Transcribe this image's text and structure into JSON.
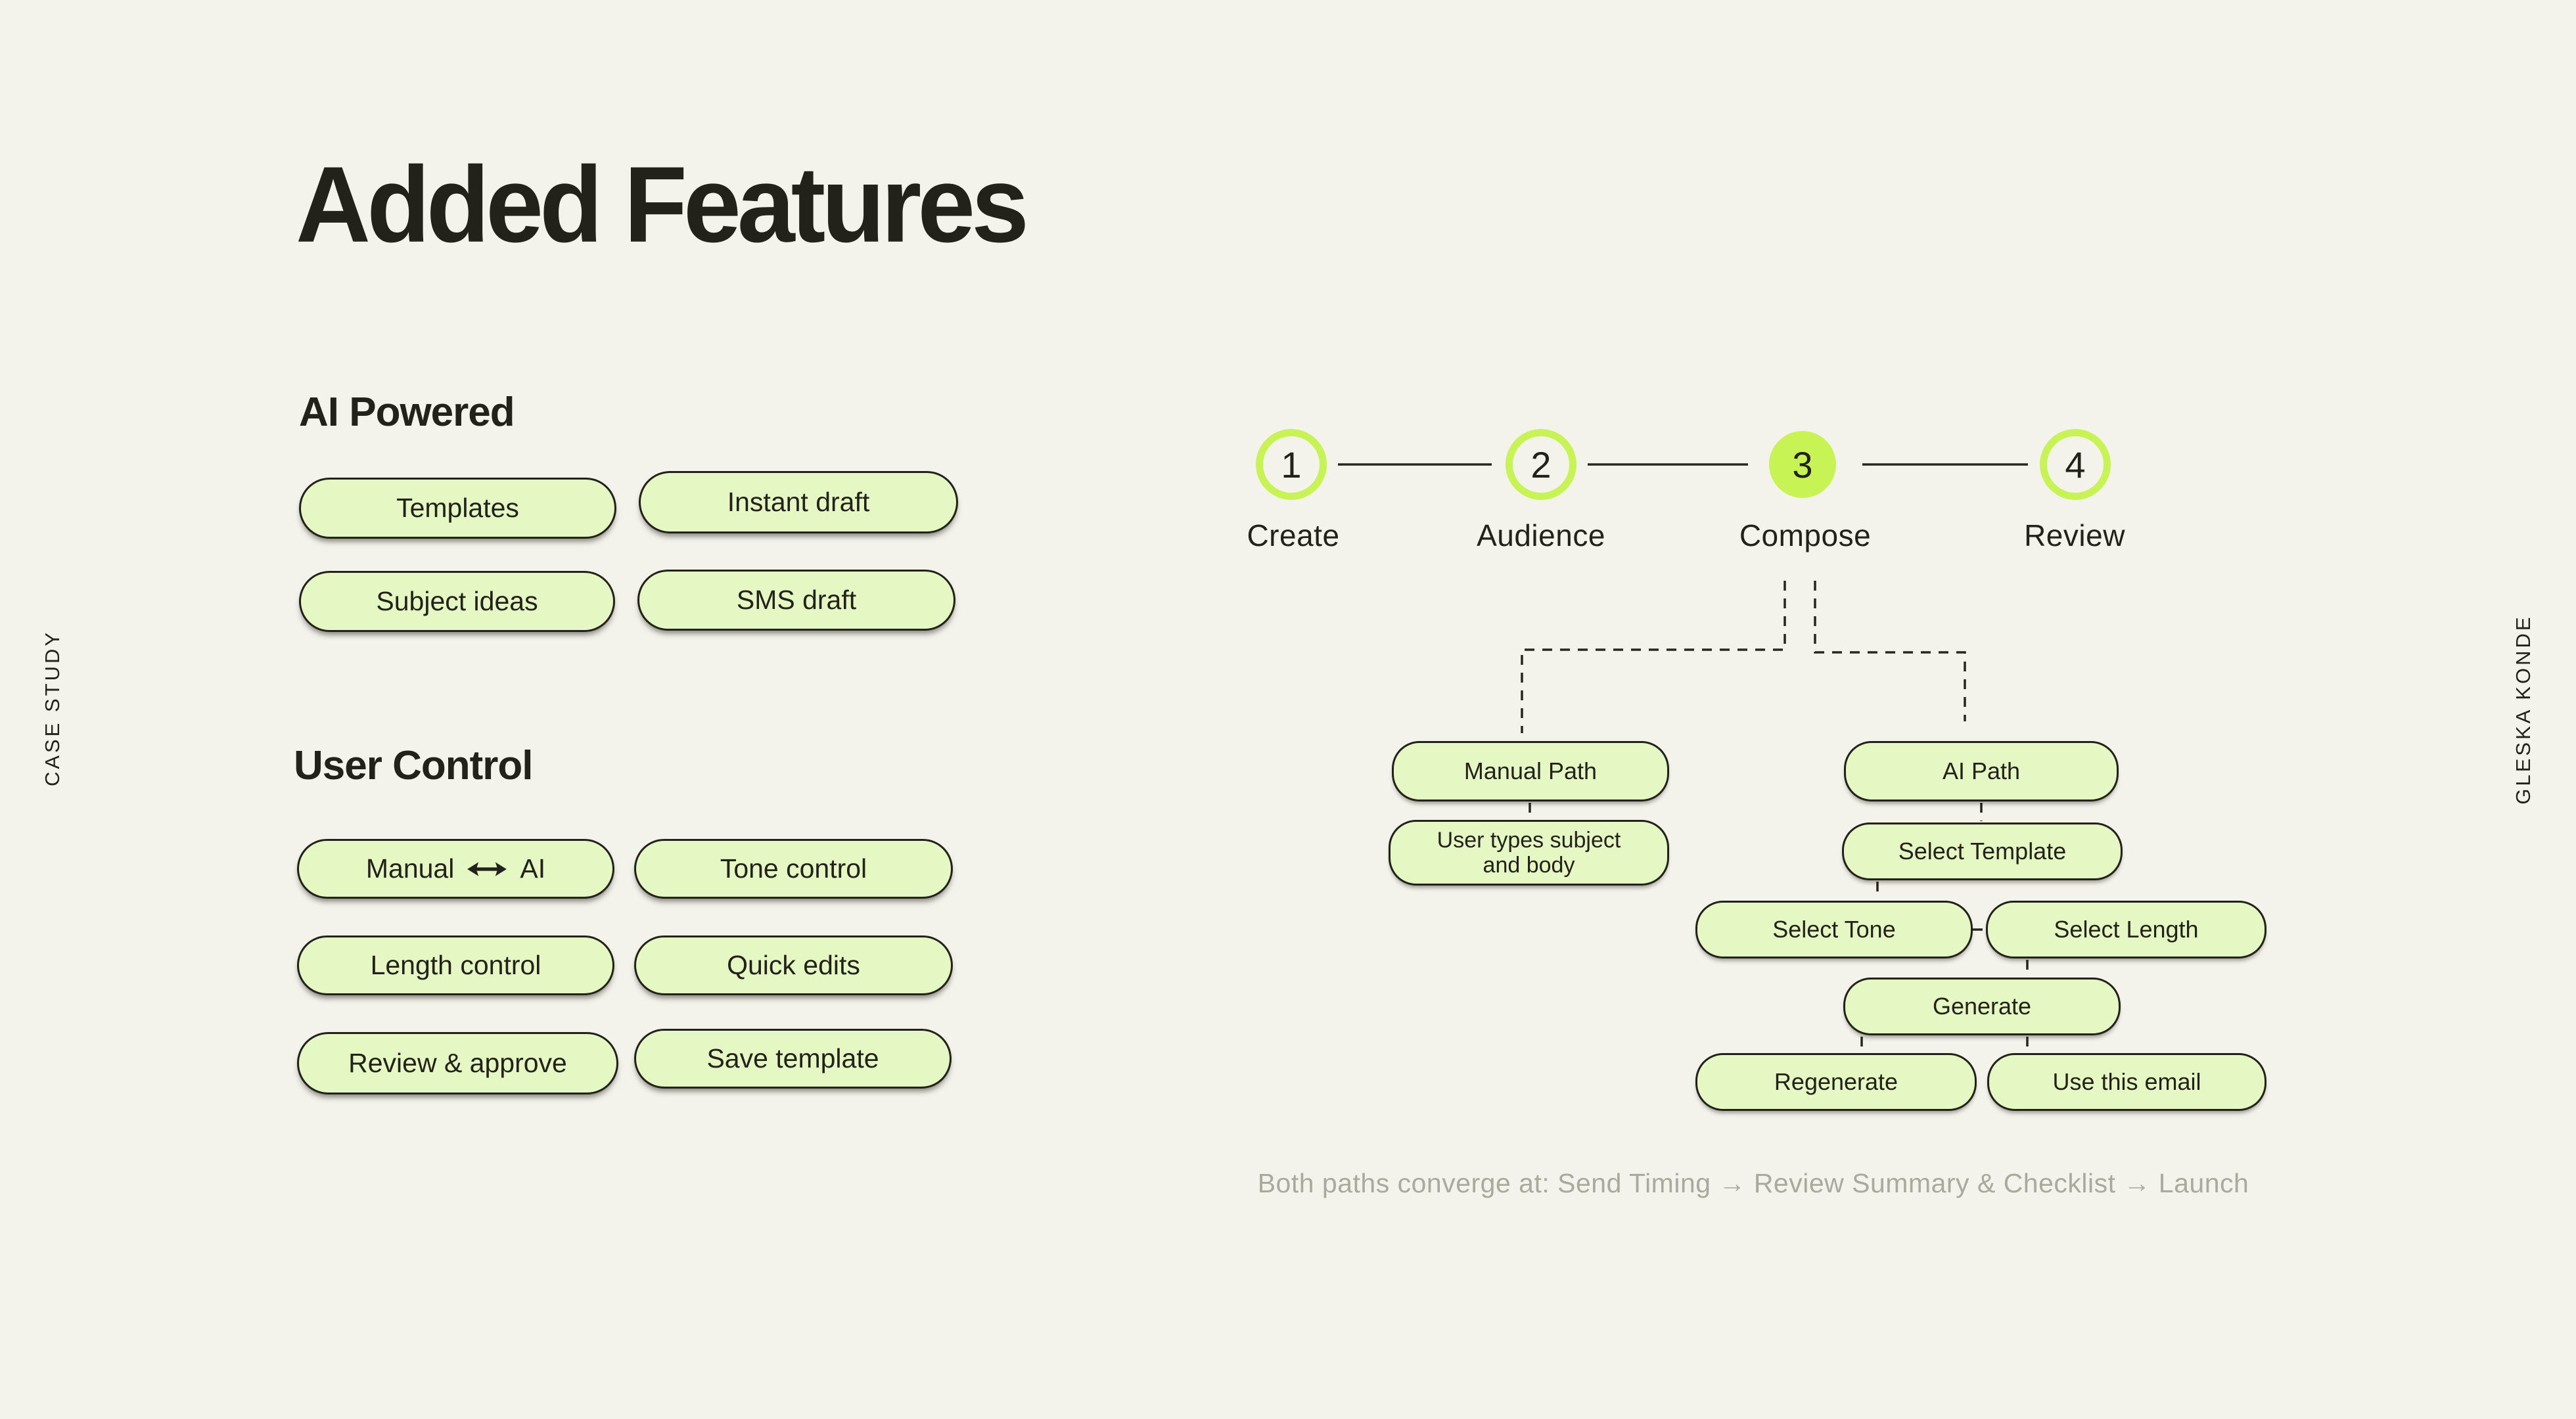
{
  "meta": {
    "title_label": "Added Features",
    "side_left": "CASE STUDY",
    "side_right": "GLESKA KONDE"
  },
  "sections": {
    "ai_powered": {
      "heading": "AI Powered",
      "pills": [
        "Templates",
        "Instant draft",
        "Subject ideas",
        "SMS draft"
      ]
    },
    "user_control": {
      "heading": "User Control",
      "manual_ai": {
        "left": "Manual",
        "right": "AI",
        "icon": "bidirectional-arrow-icon"
      },
      "pills": [
        "Tone control",
        "Length control",
        "Quick edits",
        "Review & approve",
        "Save template"
      ]
    }
  },
  "stepper": {
    "steps": [
      {
        "num": "1",
        "label": "Create",
        "active": false
      },
      {
        "num": "2",
        "label": "Audience",
        "active": false
      },
      {
        "num": "3",
        "label": "Compose",
        "active": true
      },
      {
        "num": "4",
        "label": "Review",
        "active": false
      }
    ]
  },
  "flow": {
    "nodes": {
      "manual_path": "Manual Path",
      "user_types": "User types subject and body",
      "ai_path": "AI Path",
      "select_template": "Select Template",
      "select_tone": "Select Tone",
      "select_length": "Select Length",
      "generate": "Generate",
      "regenerate": "Regenerate",
      "use_this_email": "Use this email"
    },
    "converge_note": "Both paths converge at: Send Timing → Review Summary & Checklist → Launch"
  },
  "colors": {
    "background": "#f3f3ec",
    "pill_fill": "#e5f7c3",
    "lime": "#c7f454",
    "ink": "#22221b",
    "line": "#26261f",
    "note_gray": "#a9a99e"
  }
}
